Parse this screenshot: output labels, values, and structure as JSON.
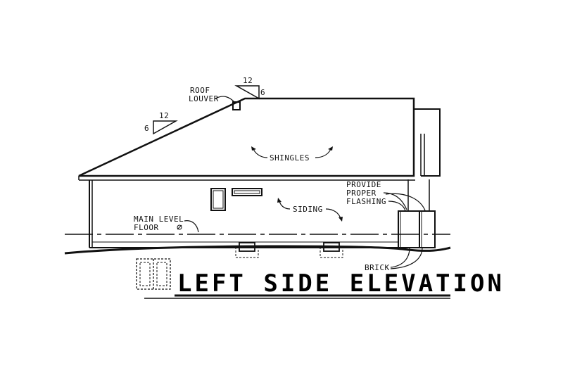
{
  "drawing": {
    "title": "LEFT SIDE ELEVATION",
    "roof_louver": [
      "ROOF",
      "LOUVER"
    ],
    "pitch_upper": {
      "run": "12",
      "rise": "6"
    },
    "pitch_left": {
      "run": "12",
      "rise": "6"
    },
    "shingles": "SHINGLES",
    "siding": "SIDING",
    "flashing_note": [
      "PROVIDE",
      "PROPER",
      "FLASHING"
    ],
    "floor_level": [
      "MAIN LEVEL",
      "FLOOR"
    ],
    "brick": "BRICK"
  }
}
